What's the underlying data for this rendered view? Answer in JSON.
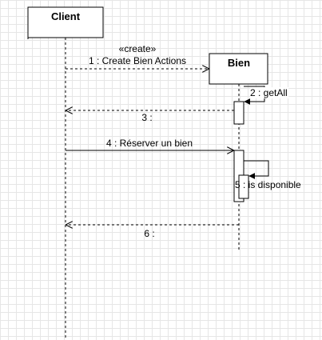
{
  "lifelines": {
    "client": {
      "name": "Client"
    },
    "bien": {
      "name": "Bien"
    }
  },
  "messages": {
    "m1": {
      "stereotype": "«create»",
      "label": "1 : Create Bien Actions"
    },
    "m2": {
      "label": "2 : getAll"
    },
    "m3": {
      "label": "3 :"
    },
    "m4": {
      "label": "4 : Réserver un  bien"
    },
    "m5": {
      "label": "5 : is disponible"
    },
    "m6": {
      "label": "6 :"
    }
  }
}
